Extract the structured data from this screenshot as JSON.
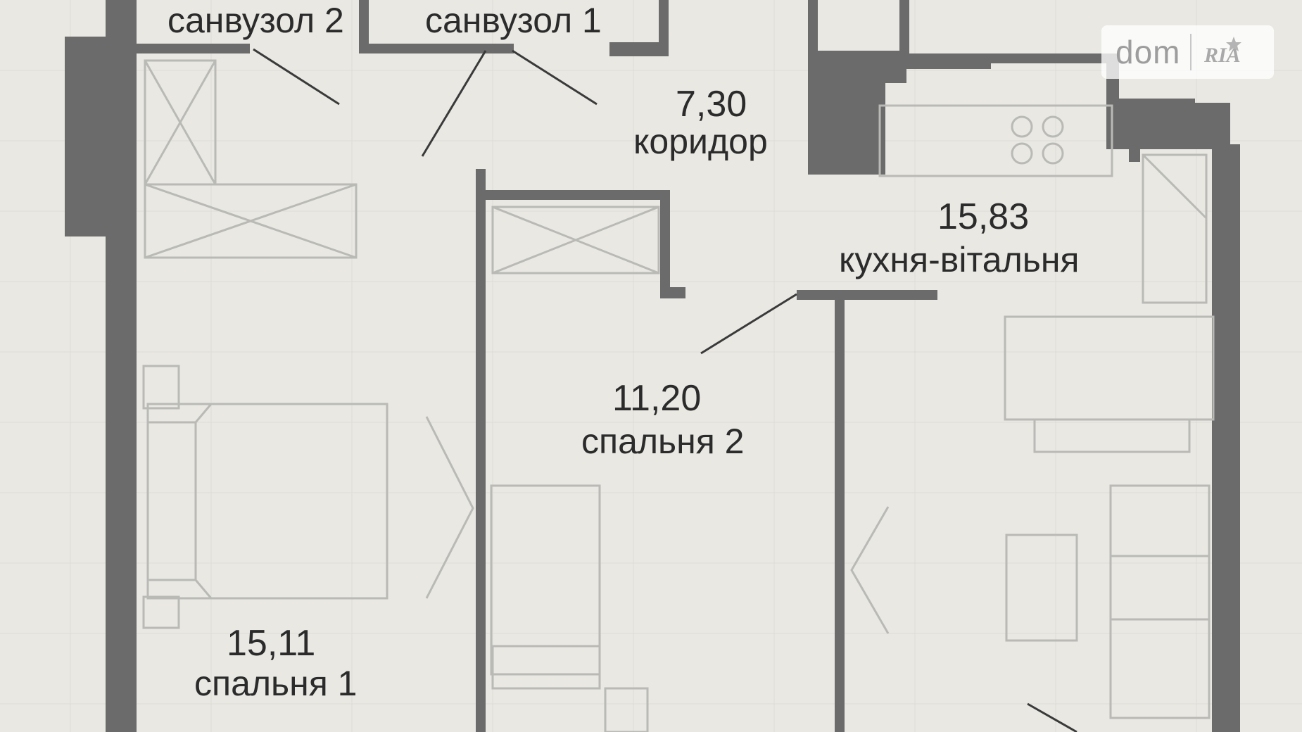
{
  "rooms": {
    "bathroom_2": {
      "name": "санвузол 2"
    },
    "bathroom_1": {
      "name": "санвузол 1"
    },
    "corridor": {
      "area": "7,30",
      "name": "коридор"
    },
    "kitchen_living": {
      "area": "15,83",
      "name": "кухня-вітальня"
    },
    "bedroom_2": {
      "area": "11,20",
      "name": "спальня 2"
    },
    "bedroom_1": {
      "area": "15,11",
      "name": "спальня 1"
    }
  },
  "watermark": {
    "text": "dom",
    "logo": "RIA"
  },
  "colors": {
    "wall": "#6b6b6b",
    "background": "#e9e8e3",
    "furniture": "#b9b9b6",
    "text": "#2b2b2b"
  }
}
